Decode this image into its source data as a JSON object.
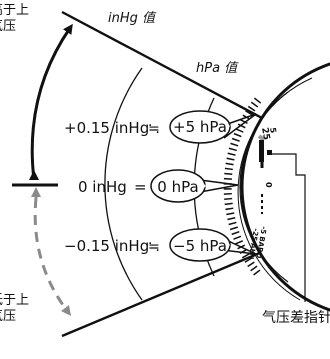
{
  "left_labels": {
    "top_line1": "高于上",
    "top_line2": "气压",
    "bottom_line1": "低于上",
    "bottom_line2": "气压"
  },
  "header": {
    "inhg_value_label": "inHg 值",
    "hpa_value_label": "hPa 值"
  },
  "rows": [
    {
      "inhg": "+0.15 inHg",
      "relation": "≒",
      "hpa": "+5 hPa"
    },
    {
      "inhg": "0 inHg",
      "relation": "=",
      "hpa": "0 hPa"
    },
    {
      "inhg": "−0.15 inHg",
      "relation": "≒",
      "hpa": "−5 hPa"
    }
  ],
  "dial": {
    "tick_plus": "25",
    "tick_plus_small": "5",
    "tick_zero": "0",
    "baro_line1": "-5 BARO",
    "baro_line2": "-25 ALTI"
  },
  "footer": {
    "pointer_label": "气压差指针"
  },
  "colors": {
    "line": "#111111",
    "dashed_arrow": "#8a8a8a",
    "highlight": "#9a9a9a"
  }
}
